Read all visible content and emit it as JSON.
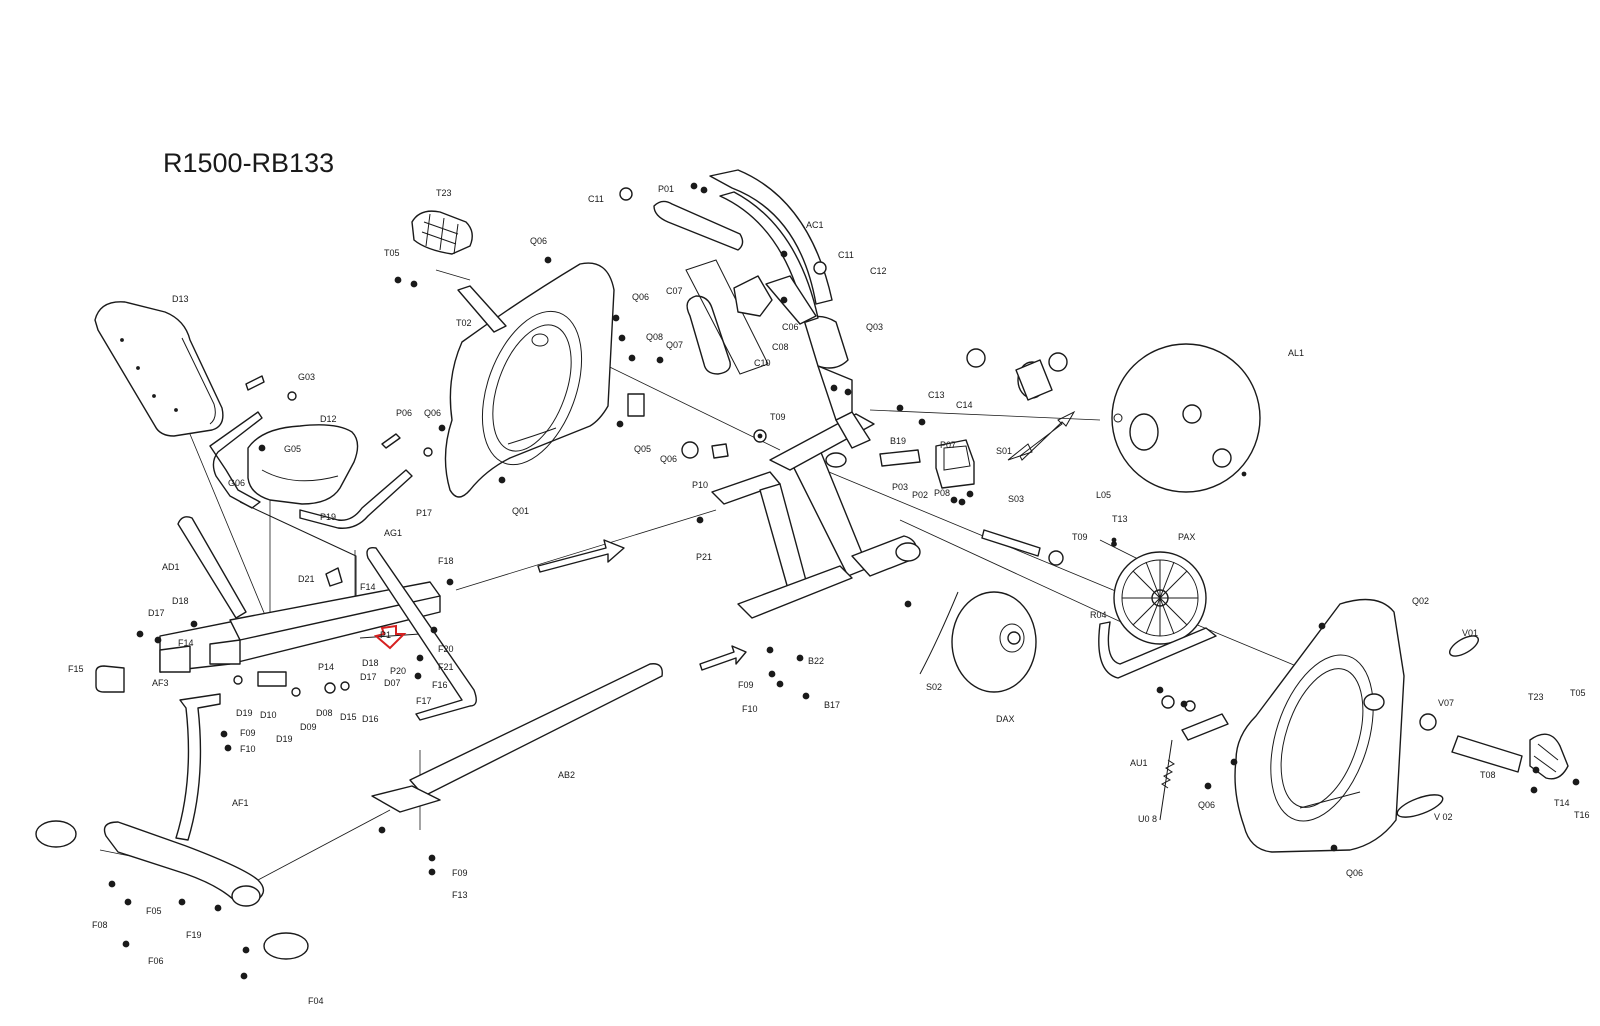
{
  "title": "R1500-RB133",
  "highlight_color": "#d62020",
  "labels": {
    "T23a": "T23",
    "T05a": "T05",
    "Q06a": "Q06",
    "T02": "T02",
    "C11a": "C11",
    "P01": "P01",
    "AC1": "AC1",
    "C11b": "C11",
    "C12": "C12",
    "C07": "C07",
    "C06": "C06",
    "C08": "C08",
    "C10": "C10",
    "Q03": "Q03",
    "Q06b": "Q06",
    "Q08": "Q08",
    "Q07": "Q07",
    "D13": "D13",
    "G03": "G03",
    "D12": "D12",
    "G05": "G05",
    "G06": "G06",
    "P06": "P06",
    "Q06c": "Q06",
    "P19": "P19",
    "AG1": "AG1",
    "P17": "P17",
    "Q01": "Q01",
    "Q05": "Q05",
    "Q06d": "Q06",
    "P10": "P10",
    "T09a": "T09",
    "C13": "C13",
    "C14": "C14",
    "B19": "B19",
    "P07": "P07",
    "S01": "S01",
    "P03": "P03",
    "P02": "P02",
    "P08": "P08",
    "S03": "S03",
    "AL1": "AL1",
    "L05": "L05",
    "P21a": "P21",
    "AD1": "AD1",
    "D21": "D21",
    "F14a": "F14",
    "F18": "F18",
    "D18a": "D18",
    "D17a": "D17",
    "F14b": "F14",
    "F15": "F15",
    "AF3": "AF3",
    "D19a": "D19",
    "D10": "D10",
    "D19b": "D19",
    "D09": "D09",
    "D08": "D08",
    "D15": "D15",
    "D16": "D16",
    "D07": "D07",
    "P20": "P20",
    "D17b": "D17",
    "D18b": "D18",
    "F20": "F20",
    "F21": "F21",
    "F16": "F16",
    "F17": "F17",
    "P14": "P14",
    "P1x": "P1",
    "F09a": "F09",
    "F10a": "F10",
    "AF1": "AF1",
    "T13": "T13",
    "T09b": "T09",
    "PAX": "PAX",
    "R04": "R04",
    "Q02": "Q02",
    "V01": "V01",
    "S02": "S02",
    "DAX": "DAX",
    "F09b": "F09",
    "F10b": "F10",
    "B22": "B22",
    "B17": "B17",
    "AB2": "AB2",
    "AU1": "AU1",
    "U08": "U0 8",
    "Q06e": "Q06",
    "V07": "V07",
    "T23b": "T23",
    "T05b": "T05",
    "T08": "T08",
    "T14": "T14",
    "T16": "T16",
    "V02": "V 02",
    "Q06f": "Q06",
    "F09c": "F09",
    "F13": "F13",
    "F08": "F08",
    "F05": "F05",
    "F19": "F19",
    "F06": "F06",
    "F04": "F04"
  }
}
